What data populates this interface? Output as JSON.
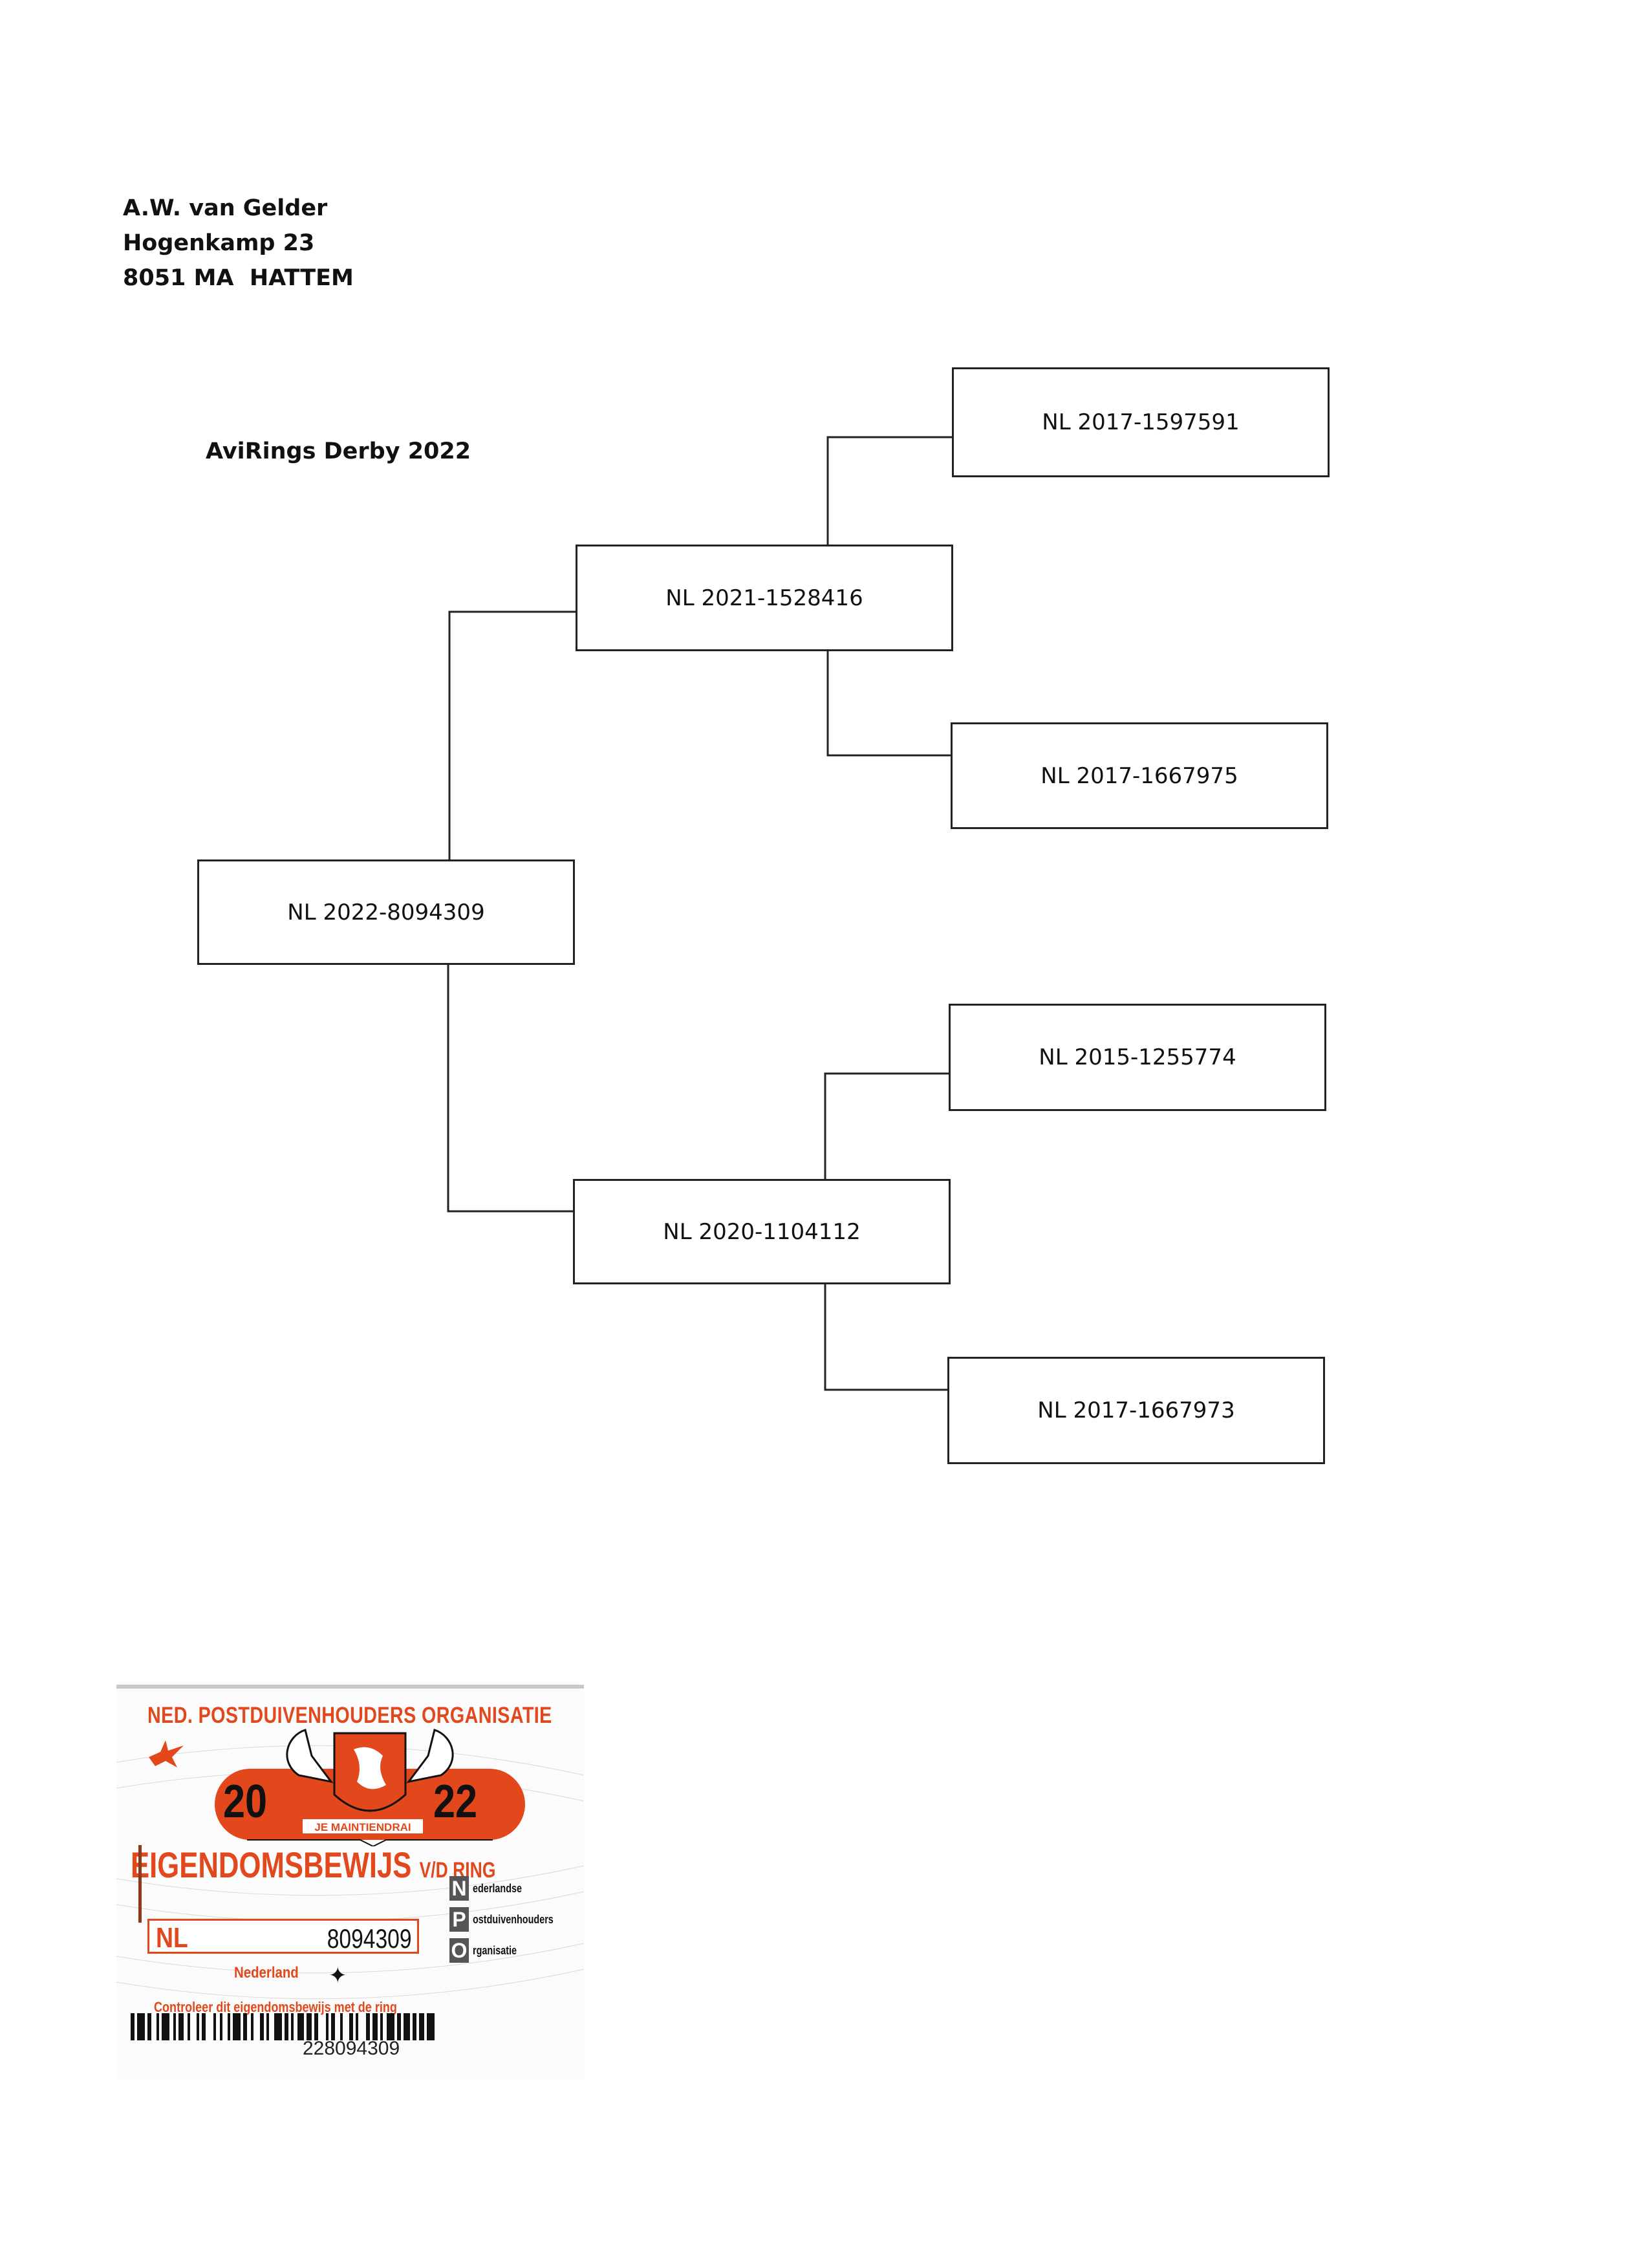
{
  "address": {
    "name": "A.W. van Gelder",
    "street": "Hogenkamp 23",
    "city": "8051 MA  HATTEM"
  },
  "pedigree": {
    "title": "AviRings Derby 2022",
    "subject": "NL 2022-8094309",
    "sire": "NL 2021-1528416",
    "dam": "NL 2020-1104112",
    "sire_sire": "NL 2017-1597591",
    "sire_dam": "NL 2017-1667975",
    "dam_sire": "NL 2015-1255774",
    "dam_dam": "NL 2017-1667973"
  },
  "certificate": {
    "organisation": "NED. POSTDUIVENHOUDERS ORGANISATIE",
    "year_left": "20",
    "year_right": "22",
    "motto": "JE MAINTIENDRAI",
    "heading": "EIGENDOMSBEWIJS",
    "heading_suffix": "V/D RING",
    "ring_country": "NL",
    "ring_number": "8094309",
    "country_name": "Nederland",
    "instruction": "Controleer dit eigendomsbewijs met de ring",
    "npo_words": [
      "ederlandse",
      "ostduivenhouders",
      "rganisatie"
    ],
    "npo_letters": [
      "N",
      "P",
      "O"
    ],
    "barcode_number": "228094309",
    "accent_color": "#e2481c"
  }
}
